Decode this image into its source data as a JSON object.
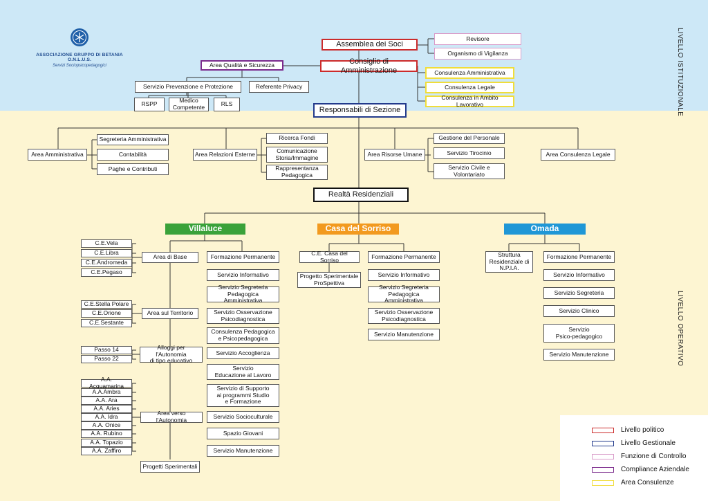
{
  "logo": {
    "name": "ASSOCIAZIONE GRUPPO DI BETANIA O.N.L.U.S.",
    "subtitle": "Servizi Sociopsicopedagogici"
  },
  "side_labels": {
    "istituzionale": "LIVELLO ISTITUZIONALE",
    "operativo": "LIVELLO OPERATIVO"
  },
  "colors": {
    "politico": "#cc2b2b",
    "gestionale": "#223a8c",
    "controllo": "#d99bc9",
    "compliance": "#7b2a8c",
    "consulenze": "#f0dd3a",
    "villaluce": "#3aa23a",
    "sorriso": "#f29a1f",
    "omada": "#1f97d6"
  },
  "nodes": {
    "assemblea": "Assemblea dei Soci",
    "revisore": "Revisore",
    "vigilanza": "Organismo di Vigilanza",
    "consiglio": "Consiglio di Amministrazione",
    "qualita": "Area Qualità e Sicurezza",
    "cons_amm": "Consulenza Amministrativa",
    "cons_legale": "Consulenza Legale",
    "cons_lavoro": "Consulenza in Ambito Lavorativo",
    "prevenzione": "Servizio Prevenzione e Protezione",
    "privacy": "Referente Privacy",
    "rspp": "RSPP",
    "medico": "Medico\nCompetente",
    "rls": "RLS",
    "responsabili": "Responsabili di Sezione",
    "area_amm": "Area Amministrativa",
    "segreteria_amm": "Segreteria Amministrativa",
    "contabilita": "Contabilità",
    "paghe": "Paghe e Contributi",
    "rel_esterne": "Area Relazioni Esterne",
    "ricerca_fondi": "Ricerca Fondi",
    "comunicazione": "Comunicazione\nStoria/Immagine",
    "rappresentanza": "Rappresentanza\nPedagogica",
    "risorse_umane": "Area Risorse Umane",
    "gestione_personale": "Gestione del Personale",
    "tirocinio": "Servizio Tirocinio",
    "civile": "Servizio Civile e\nVolontariato",
    "cons_legale_area": "Area Consulenza Legale",
    "realta": "Realtà Residenziali",
    "villaluce": "Villaluce",
    "sorriso": "Casa del Sorriso",
    "omada": "Omada",
    "ce_vela": "C.E.Vela",
    "ce_libra": "C.E.Libra",
    "ce_andromeda": "C.E.Andromeda",
    "ce_pegaso": "C.E.Pegaso",
    "area_base": "Area di Base",
    "ce_stella": "C.E.Stella Polare",
    "ce_orione": "C.E.Orione",
    "ce_sestante": "C.E.Sestante",
    "area_territorio": "Area sul Territorio",
    "passo14": "Passo 14",
    "passo22": "Passo 22",
    "alloggi": "Alloggi per l'Autonomia\ndi tipo educativo",
    "aa_acquamarina": "A.A. Acquamarina",
    "aa_ambra": "A.A.Ambra",
    "aa_ara": "A.A. Ara",
    "aa_aries": "A.A. Aries",
    "aa_idra": "A.A. Idra",
    "aa_onice": "A.A. Onice",
    "aa_rubino": "A.A. Rubino",
    "aa_topazio": "A.A. Topazio",
    "aa_zaffiro": "A.A. Zaffiro",
    "area_autonomia": "Area verso l'Autonomia",
    "progetti_sperimentali": "Progetti Sperimentali",
    "v_formazione": "Formazione Permanente",
    "v_informativo": "Servizio Informativo",
    "v_segreteria": "Servizio Segreteria\nPedagogica Amministrativa",
    "v_osservazione": "Servizio Osservazione\nPsicodiagnostica",
    "v_consulenza": "Consulenza Pedagogica\ne Psicopedagogica",
    "v_accoglienza": "Servizio Accoglienza",
    "v_educazione": "Servizio\nEducazione al Lavoro",
    "v_supporto": "Servizio di Supporto\nai programmi Studio\ne Formazione",
    "v_socioculturale": "Servizio Socioculturale",
    "v_spazio": "Spazio Giovani",
    "v_manutenzione": "Servizio Manutenzione",
    "s_ce": "C.E. Casa del Sorriso",
    "s_progetto": "Progetto Sperimentale\nProSpettiva",
    "s_formazione": "Formazione Permanente",
    "s_informativo": "Servizio Informativo",
    "s_segreteria": "Servizio Segreteria\nPedagogica Amministrativa",
    "s_osservazione": "Servizio Osservazione\nPsicodiagnostica",
    "s_manutenzione": "Servizio Manutenzione",
    "o_struttura": "Struttura\nResidenziale di\nN.P.I.A.",
    "o_formazione": "Formazione Permanente",
    "o_informativo": "Servizio Informativo",
    "o_segreteria": "Servizio Segreteria",
    "o_clinico": "Servizio Clinico",
    "o_psico": "Servizio\nPsico-pedagogico",
    "o_manutenzione": "Servizio Manutenzione"
  },
  "legend": [
    {
      "label": "Livello politico",
      "color": "#cc2b2b"
    },
    {
      "label": "Livello Gestionale",
      "color": "#223a8c"
    },
    {
      "label": "Funzione di Controllo",
      "color": "#d99bc9"
    },
    {
      "label": "Compliance Aziendale",
      "color": "#7b2a8c"
    },
    {
      "label": "Area Consulenze",
      "color": "#f0dd3a"
    }
  ]
}
